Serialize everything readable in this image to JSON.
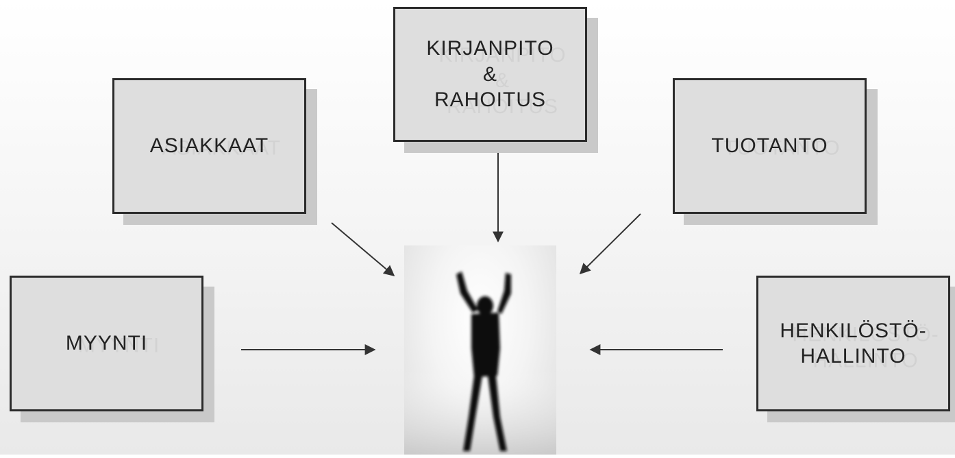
{
  "boxes": {
    "kirjanpito": {
      "label": "KIRJANPITO\n&\nRAHOITUS"
    },
    "asiakkaat": {
      "label": "ASIAKKAAT"
    },
    "tuotanto": {
      "label": "TUOTANTO"
    },
    "myynti": {
      "label": "MYYNTI"
    },
    "henkilosto": {
      "label": "HENKILÖSTÖ-\nHALLINTO"
    }
  },
  "colors": {
    "border": "#2b2b2b",
    "box_fill": "#dedede",
    "shadow": "#c9c9c9",
    "arrow": "#333333"
  }
}
